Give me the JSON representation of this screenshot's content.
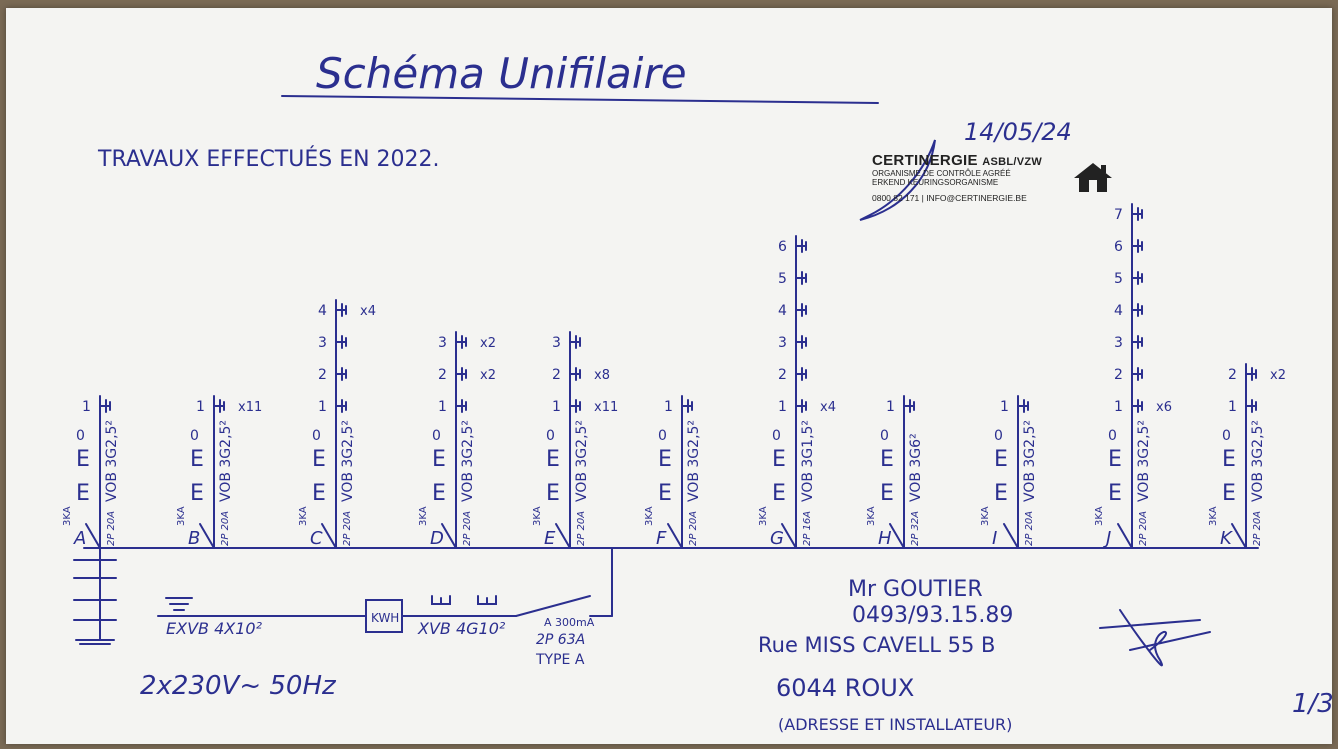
{
  "title": "Schéma Unifilaire",
  "subtitle": "TRAVAUX EFFECTUÉS EN 2022.",
  "inspection_date": "14/05/24",
  "stamp": {
    "name": "CERTINERGIE",
    "suffix": "ASBL/VZW",
    "line1": "ORGANISME DE CONTRÔLE AGRÉÉ",
    "line2": "ERKEND KEURINGSORGANISME",
    "contact": "0800 82 171 | INFO@CERTINERGIE.BE"
  },
  "supply": "2x230V~ 50Hz",
  "earth_cable": "EXVB 4X10²",
  "meter": "KWH",
  "main_cable": "XVB 4G10²",
  "main_breaker": {
    "diff": "A 300mA",
    "rating": "2P 63A",
    "type": "TYPE A"
  },
  "customer": {
    "name": "Mr GOUTIER",
    "phone": "0493/93.15.89",
    "street": "Rue MISS CAVELL 55 B",
    "city": "6044 ROUX",
    "note": "(ADRESSE ET INSTALLATEUR)"
  },
  "page": "1/3",
  "circuits": [
    {
      "letter": "A",
      "kA": "3KA",
      "breaker": "2P 20A",
      "cable": "VOB 3G2,5²",
      "points": [
        "1"
      ],
      "qty": [
        ""
      ]
    },
    {
      "letter": "B",
      "kA": "3KA",
      "breaker": "2P 20A",
      "cable": "VOB 3G2,5²",
      "points": [
        "1"
      ],
      "qty": [
        "x11"
      ]
    },
    {
      "letter": "C",
      "kA": "3KA",
      "breaker": "2P 20A",
      "cable": "VOB 3G2,5²",
      "points": [
        "1",
        "2",
        "3",
        "4"
      ],
      "qty": [
        "",
        "",
        "",
        "x4"
      ]
    },
    {
      "letter": "D",
      "kA": "3KA",
      "breaker": "2P 20A",
      "cable": "VOB 3G2,5²",
      "points": [
        "1",
        "2",
        "3"
      ],
      "qty": [
        "",
        "x2",
        "x2"
      ]
    },
    {
      "letter": "E",
      "kA": "3KA",
      "breaker": "2P 20A",
      "cable": "VOB 3G2,5²",
      "points": [
        "1",
        "2",
        "3"
      ],
      "qty": [
        "x11",
        "x8",
        ""
      ]
    },
    {
      "letter": "F",
      "kA": "3KA",
      "breaker": "2P 20A",
      "cable": "VOB 3G2,5²",
      "points": [
        "1"
      ],
      "qty": [
        ""
      ]
    },
    {
      "letter": "G",
      "kA": "3KA",
      "breaker": "2P 16A",
      "cable": "VOB 3G1,5²",
      "points": [
        "1",
        "2",
        "3",
        "4",
        "5",
        "6"
      ],
      "qty": [
        "x4",
        "",
        "",
        "",
        "",
        ""
      ]
    },
    {
      "letter": "H",
      "kA": "3KA",
      "breaker": "2P 32A",
      "cable": "VOB 3G6²",
      "points": [
        "1"
      ],
      "qty": [
        ""
      ]
    },
    {
      "letter": "I",
      "kA": "3KA",
      "breaker": "2P 20A",
      "cable": "VOB 3G2,5²",
      "points": [
        "1"
      ],
      "qty": [
        ""
      ]
    },
    {
      "letter": "J",
      "kA": "3KA",
      "breaker": "2P 20A",
      "cable": "VOB 3G2,5²",
      "points": [
        "1",
        "2",
        "3",
        "4",
        "5",
        "6",
        "7"
      ],
      "qty": [
        "x6",
        "",
        "",
        "",
        "",
        "",
        ""
      ]
    },
    {
      "letter": "K",
      "kA": "3KA",
      "breaker": "2P 20A",
      "cable": "VOB 3G2,5²",
      "points": [
        "1",
        "2"
      ],
      "qty": [
        "",
        "x2"
      ]
    }
  ],
  "colors": {
    "ink": "#2b2f8f",
    "paper": "#f4f4f2",
    "table": "#7a6a55"
  }
}
